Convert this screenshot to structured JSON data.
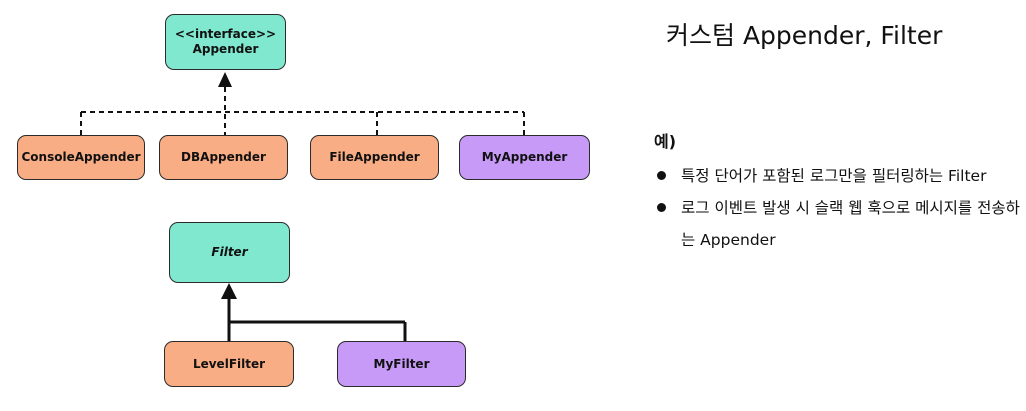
{
  "diagram": {
    "appender": {
      "stereotype": "<<interface>>",
      "name": "Appender"
    },
    "appender_impls": [
      "ConsoleAppender",
      "DBAppender",
      "FileAppender",
      "MyAppender"
    ],
    "filter": {
      "name": "Filter"
    },
    "filter_impls": [
      "LevelFilter",
      "MyFilter"
    ]
  },
  "panel": {
    "title": "커스텀 Appender, Filter",
    "example_label": "예)",
    "bullets": [
      "특정 단어가 포함된 로그만을 필터링하는 Filter",
      "로그 이벤트 발생 시 슬랙 웹 훅으로 메시지를 전송하는 Appender"
    ]
  },
  "colors": {
    "interface": "#7fe8cf",
    "builtin_impl": "#f9ad85",
    "custom_impl": "#c89af8"
  }
}
